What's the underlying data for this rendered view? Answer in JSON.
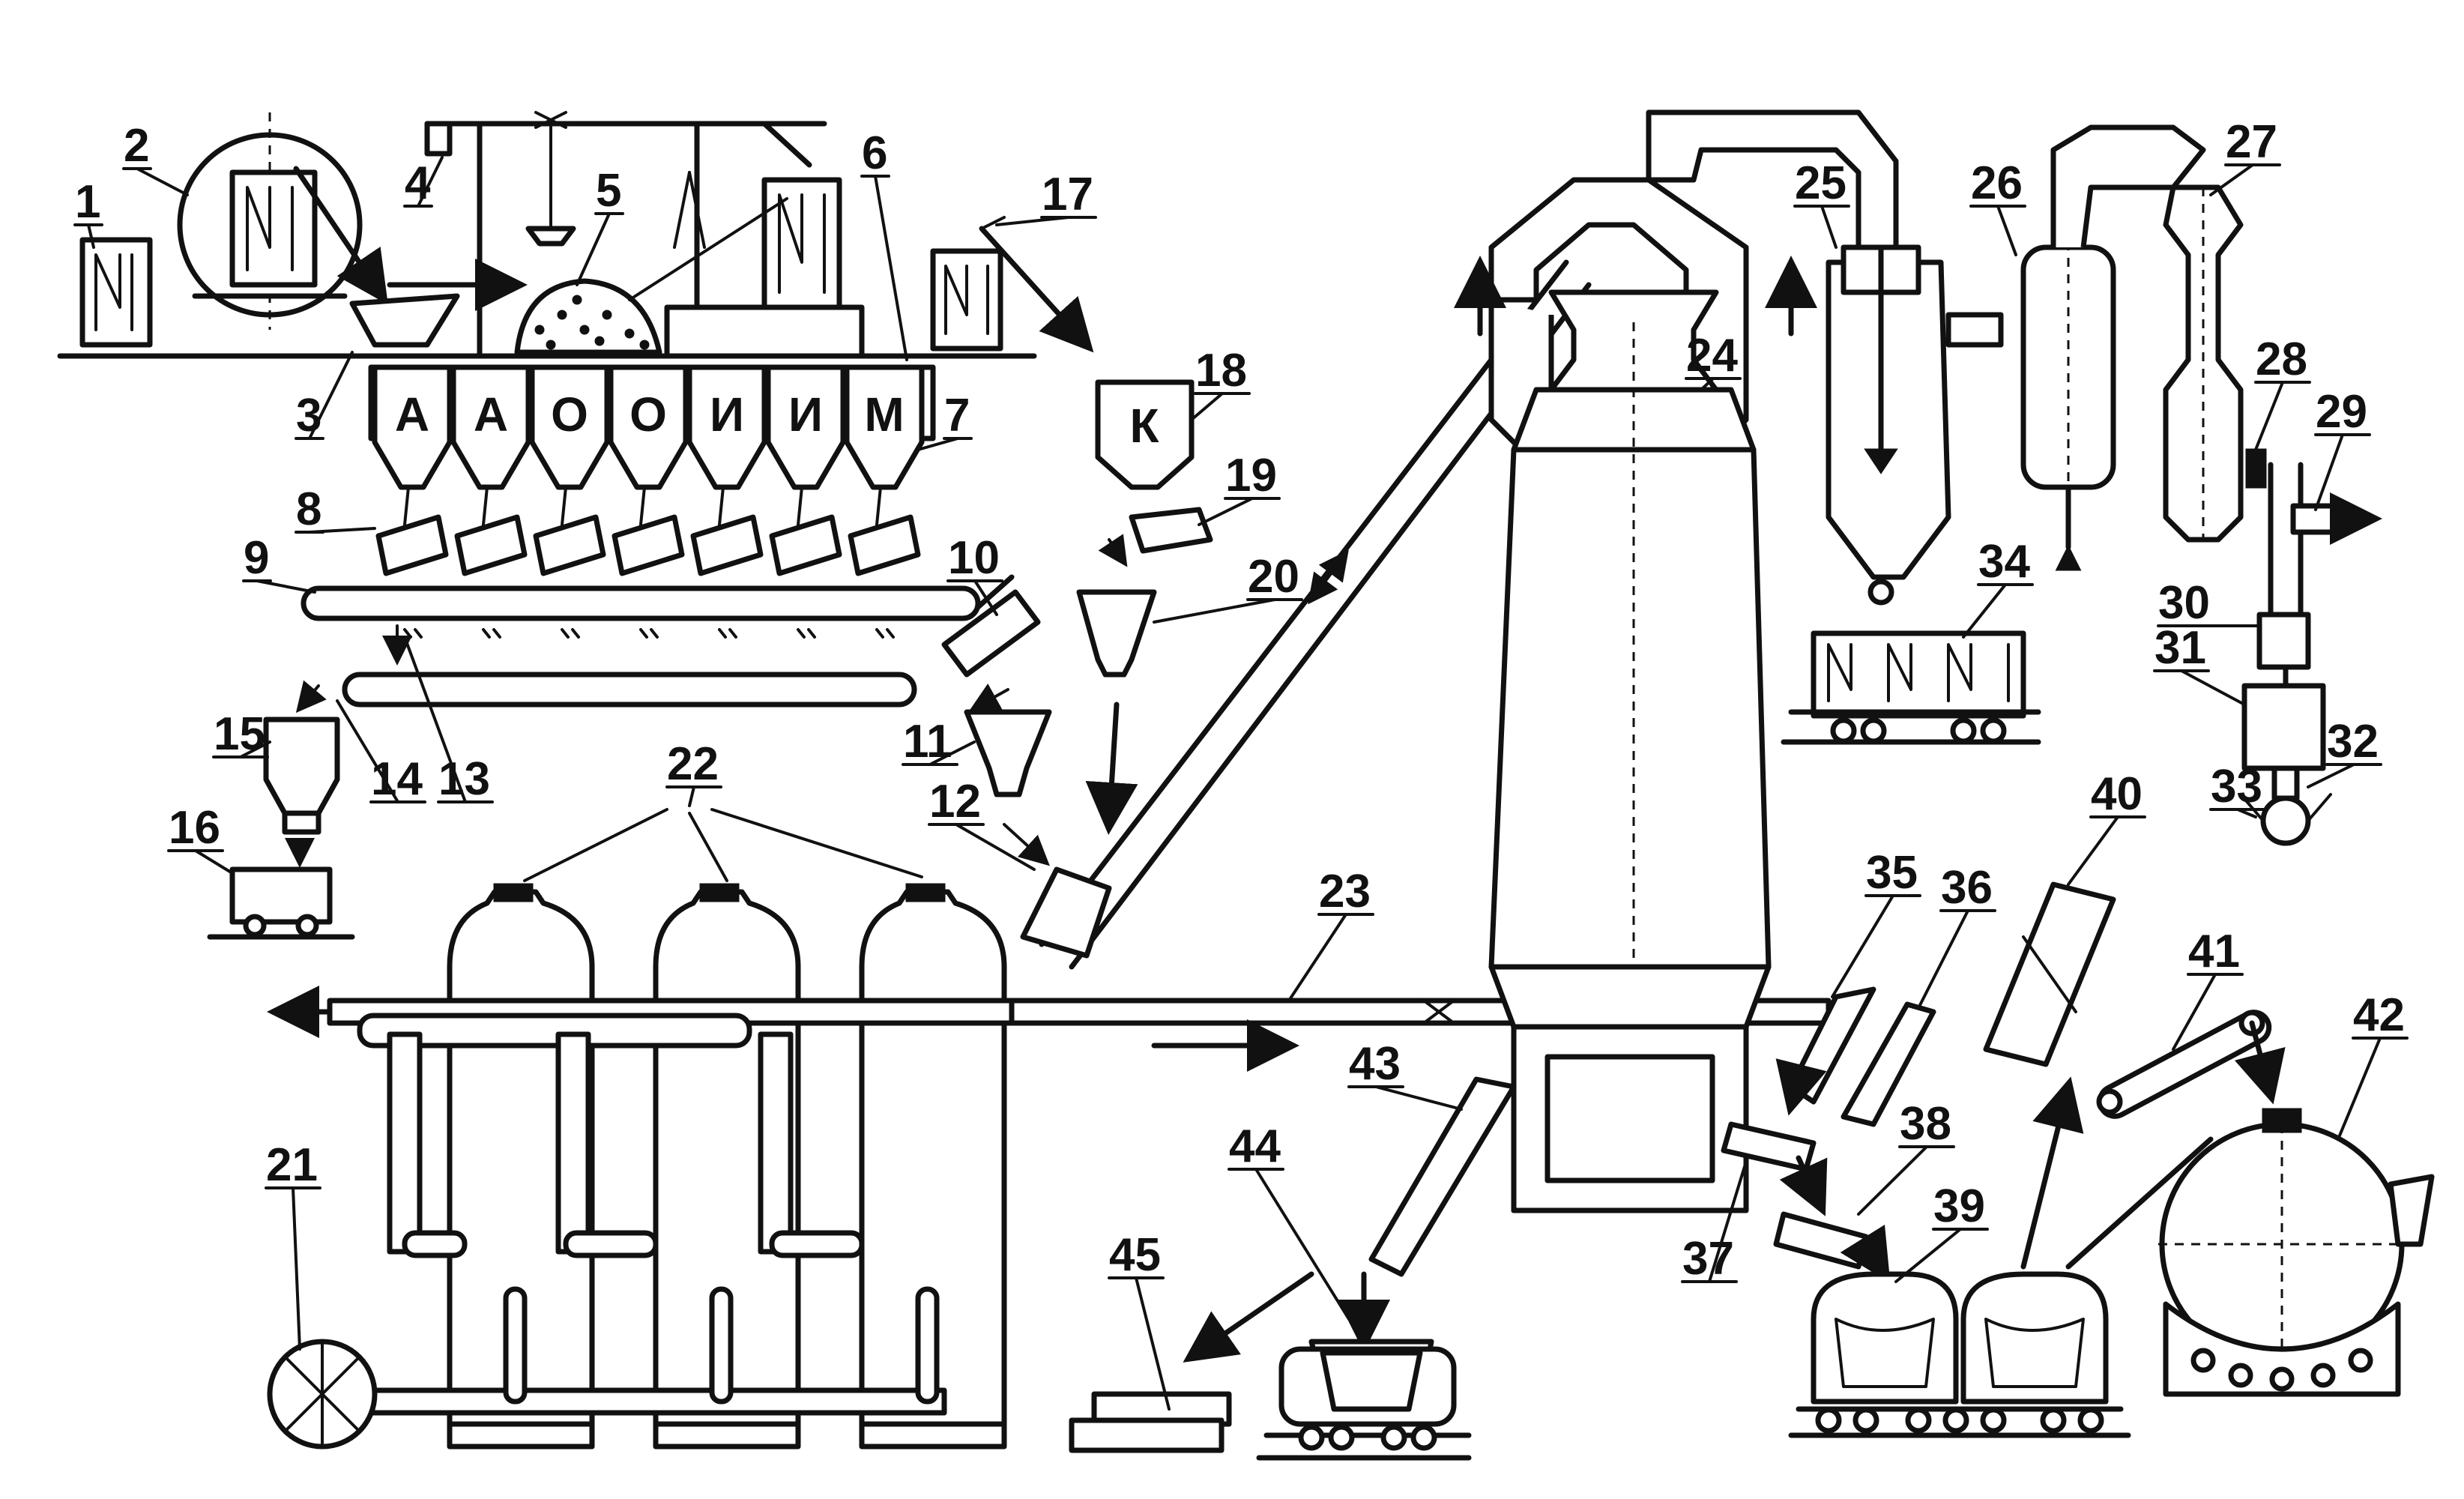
{
  "bins": [
    "А",
    "А",
    "О",
    "О",
    "И",
    "И",
    "М"
  ],
  "feed_bin": "К",
  "numbers": [
    "1",
    "2",
    "3",
    "4",
    "5",
    "6",
    "7",
    "8",
    "9",
    "10",
    "11",
    "12",
    "13",
    "14",
    "15",
    "16",
    "17",
    "18",
    "19",
    "20",
    "21",
    "22",
    "23",
    "24",
    "25",
    "26",
    "27",
    "28",
    "29",
    "30",
    "31",
    "32",
    "33",
    "34",
    "35",
    "36",
    "37",
    "38",
    "39",
    "40",
    "41",
    "42",
    "43",
    "44",
    "45"
  ]
}
